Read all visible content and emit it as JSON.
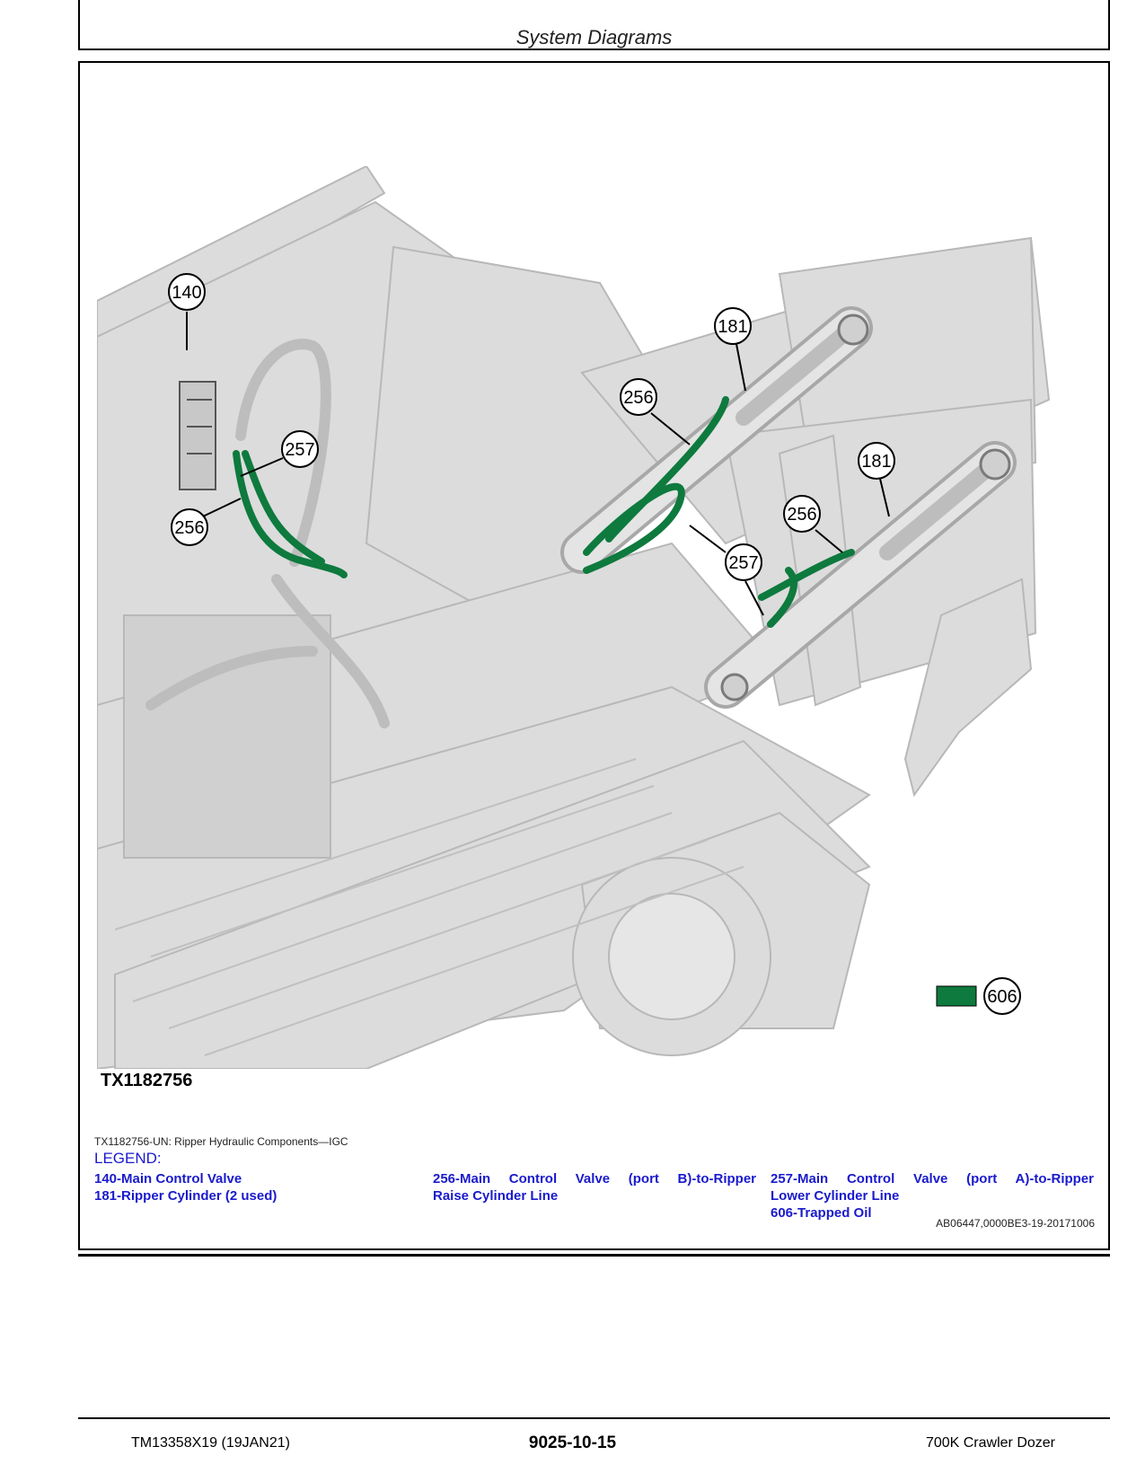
{
  "header": {
    "section_title": "System Diagrams"
  },
  "figure": {
    "id": "TX1182756",
    "caption": "TX1182756-UN: Ripper Hydraulic Components—IGC",
    "callouts": {
      "c140": "140",
      "c181a": "181",
      "c181b": "181",
      "c256a": "256",
      "c256b": "256",
      "c256c": "256",
      "c257a": "257",
      "c257b": "257",
      "c606": "606"
    },
    "colors": {
      "trapped_oil": "#0e7a3e",
      "machine": "#d9d9d9",
      "outline": "#b5b5b5"
    }
  },
  "legend": {
    "title": "LEGEND:",
    "col1": [
      "140-Main Control Valve",
      "181-Ripper Cylinder (2 used)"
    ],
    "col2_line1": "256-Main Control Valve (port B)-to-Ripper",
    "col2_line2": "Raise Cylinder Line",
    "col3_line1": "257-Main Control Valve (port A)-to-Ripper",
    "col3_line2": "Lower Cylinder Line",
    "col3_line3": "606-Trapped Oil",
    "ref_code": "AB06447,0000BE3-19-20171006"
  },
  "footer": {
    "left": "TM13358X19 (19JAN21)",
    "center": "9025-10-15",
    "right": "700K Crawler Dozer"
  }
}
